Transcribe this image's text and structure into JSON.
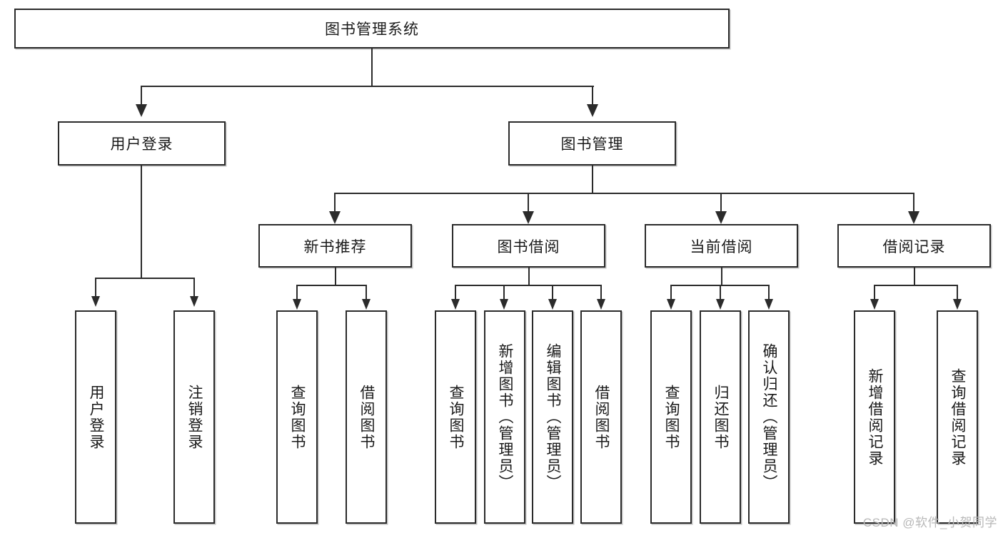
{
  "diagram": {
    "type": "tree",
    "title": "图书管理系统",
    "orientation": "top-down",
    "root": {
      "id": "root",
      "label": "图书管理系统",
      "children": [
        {
          "id": "user-login",
          "label": "用户登录",
          "children": [
            {
              "id": "user-login-do",
              "label": "用户登录"
            },
            {
              "id": "user-logout",
              "label": "注销登录"
            }
          ]
        },
        {
          "id": "book-manage",
          "label": "图书管理",
          "children": [
            {
              "id": "new-book-recommend",
              "label": "新书推荐",
              "children": [
                {
                  "id": "nbr-query-book",
                  "label": "查询图书"
                },
                {
                  "id": "nbr-borrow-book",
                  "label": "借阅图书"
                }
              ]
            },
            {
              "id": "book-borrow",
              "label": "图书借阅",
              "children": [
                {
                  "id": "bb-query-book",
                  "label": "查询图书"
                },
                {
                  "id": "bb-add-book",
                  "label": "新增图书（管理员）"
                },
                {
                  "id": "bb-edit-book",
                  "label": "编辑图书（管理员）"
                },
                {
                  "id": "bb-borrow-book",
                  "label": "借阅图书"
                }
              ]
            },
            {
              "id": "current-borrow",
              "label": "当前借阅",
              "children": [
                {
                  "id": "cb-query-book",
                  "label": "查询图书"
                },
                {
                  "id": "cb-return-book",
                  "label": "归还图书"
                },
                {
                  "id": "cb-confirm-return",
                  "label": "确认归还（管理员）"
                }
              ]
            },
            {
              "id": "borrow-record",
              "label": "借阅记录",
              "children": [
                {
                  "id": "br-add-record",
                  "label": "新增借阅记录"
                },
                {
                  "id": "br-query-record",
                  "label": "查询借阅记录"
                }
              ]
            }
          ]
        }
      ]
    }
  },
  "watermark": "CSDN @软件_小贺同学",
  "colors": {
    "stroke": "#2b2b2b",
    "fill": "#ffffff",
    "watermark": "#b8b8b8"
  }
}
